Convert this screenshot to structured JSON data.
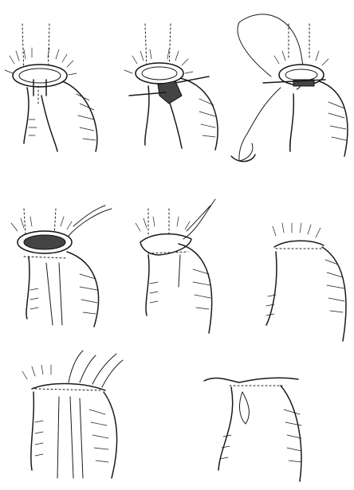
{
  "figure": {
    "panels": [
      {
        "id": "p1"
      },
      {
        "id": "p2"
      },
      {
        "id": "p3"
      },
      {
        "id": "p4"
      },
      {
        "id": "p5"
      },
      {
        "id": "p6"
      },
      {
        "id": "p7"
      },
      {
        "id": "p8"
      }
    ],
    "colors": {
      "ink": "#1a1a1a",
      "paper": "#ffffff",
      "shade": "#444444"
    }
  }
}
